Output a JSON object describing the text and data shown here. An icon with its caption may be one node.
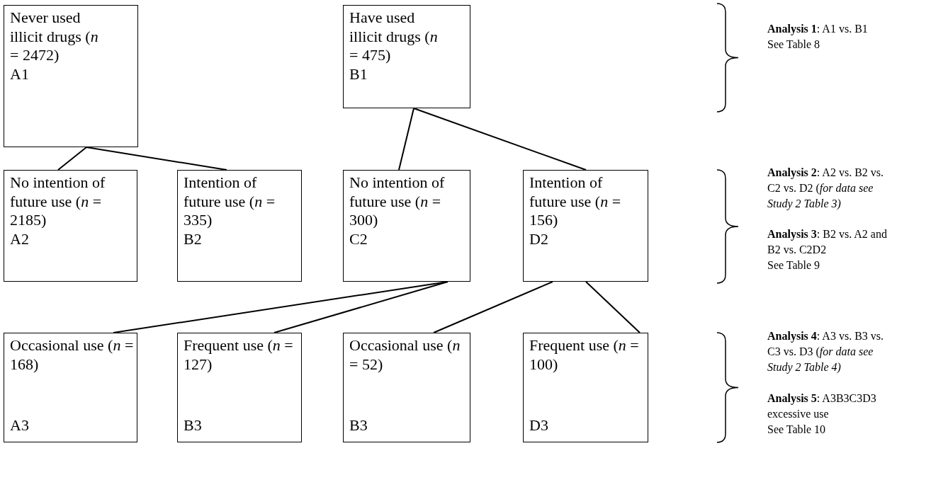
{
  "diagram": {
    "nodes": [
      {
        "text": [
          "Never used illicit drugs (*n* = 2472)",
          "A1"
        ]
      },
      {
        "text": [
          "Have used illicit drugs (*n* = 475)",
          "B1"
        ]
      },
      {
        "text": [
          "No intention of future use (*n* = 2185)",
          "A2"
        ]
      },
      {
        "text": [
          "Intention of future use (*n* = 335)",
          "B2"
        ]
      },
      {
        "text": [
          "No intention of future use (*n* = 300)",
          "C2"
        ]
      },
      {
        "text": [
          "Intention of future use (*n* = 156)",
          "D2"
        ]
      },
      {
        "text": [
          "Occasional use (*n* = 168)",
          "A3"
        ]
      },
      {
        "text": [
          "Frequent use (*n* = 127)",
          "B3"
        ]
      },
      {
        "text": [
          "Occasional use (*n* = 52)",
          "B3"
        ]
      },
      {
        "text": [
          "Frequent use (*n* = 100)",
          "D3"
        ]
      }
    ],
    "edges": [
      {
        "from": 0,
        "to": 2,
        "arrow": "none"
      },
      {
        "from": 0,
        "to": 3,
        "arrow": "none"
      },
      {
        "from": 1,
        "to": 4,
        "arrow": "none"
      },
      {
        "from": 1,
        "to": 5,
        "arrow": "none"
      },
      {
        "from": 4,
        "to": 6,
        "arrow": "none"
      },
      {
        "from": 4,
        "to": 7,
        "arrow": "none"
      },
      {
        "from": 5,
        "to": 8,
        "arrow": "none"
      },
      {
        "from": 5,
        "to": 9,
        "arrow": "none"
      }
    ],
    "labels": [
      "**Analysis 1**: A1 vs. B1",
      "See Table 8",
      "**Analysis 2**: A2 vs. B2 vs. C2 vs. D2 (*for data see Study 2 Table 3)*",
      "**Analysis 3**: B2 vs. A2 and B2 vs. C2D2",
      "See Table 9",
      "**Analysis 4**: A3 vs. B3 vs. C3 vs. D3 (*for data see Study 2 Table 4)*",
      "**Analysis 5**: A3B3C3D3 excessive use",
      "See Table 10"
    ]
  }
}
